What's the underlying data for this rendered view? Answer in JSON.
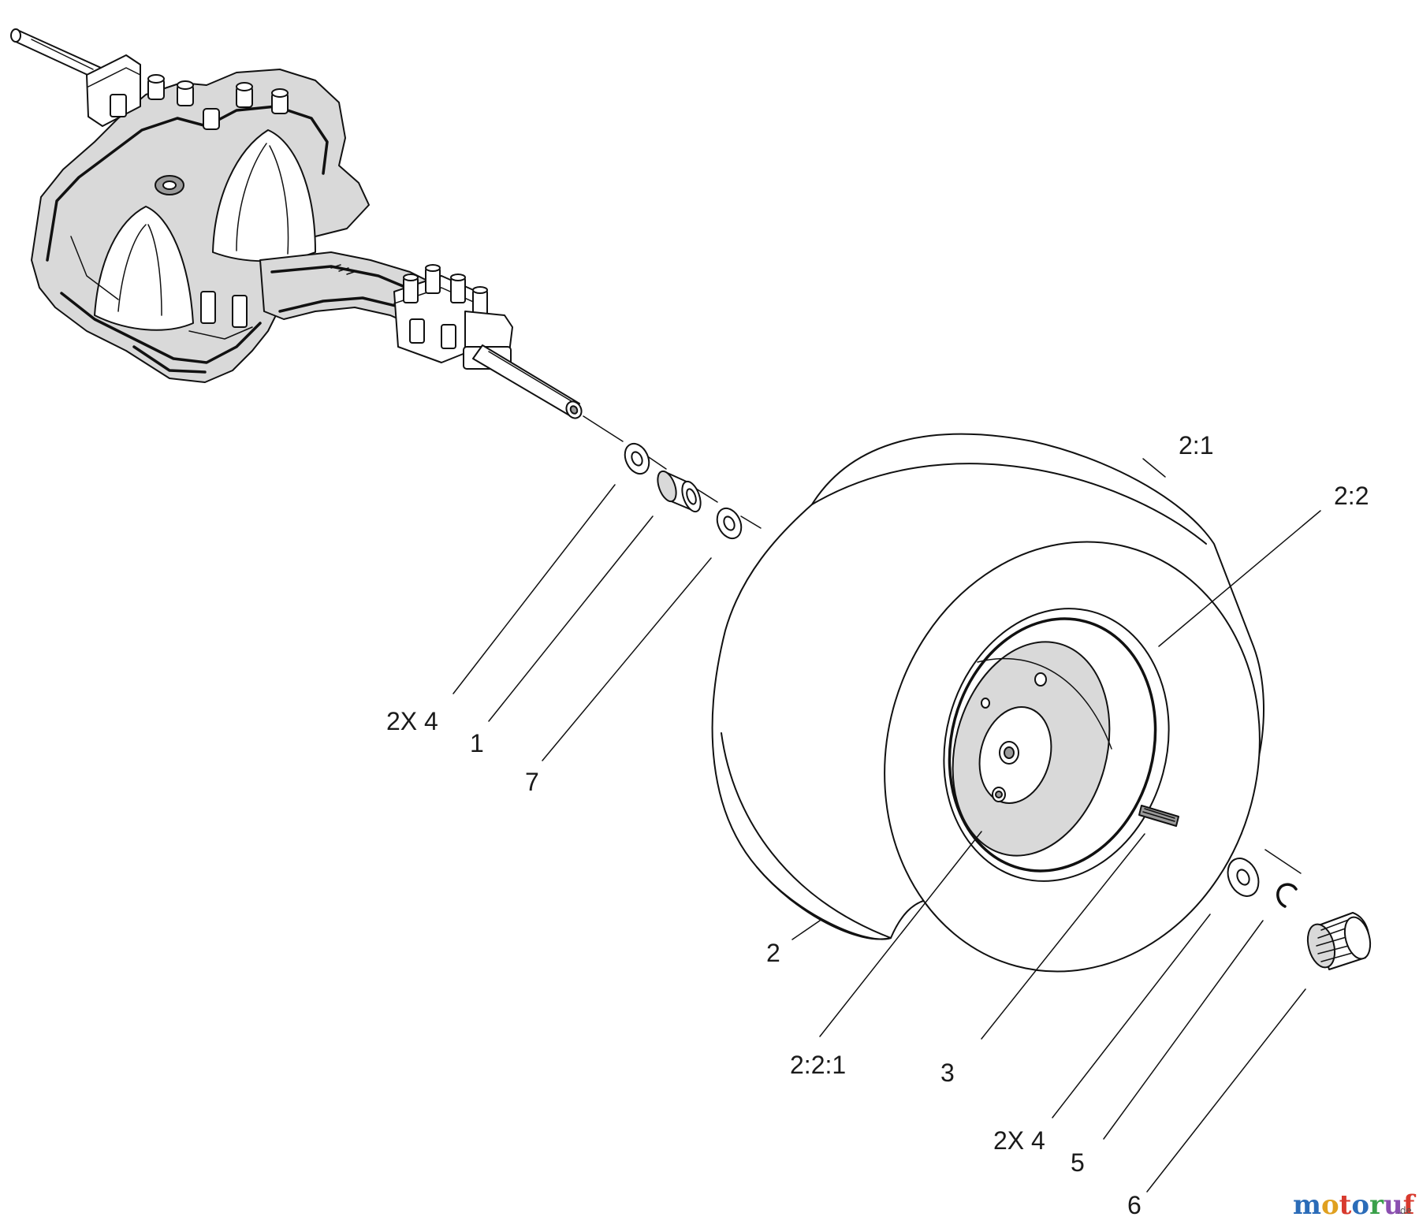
{
  "diagram": {
    "callouts": {
      "c_2x4_left": "2X 4",
      "c_1": "1",
      "c_7": "7",
      "c_2_1": "2:1",
      "c_2_2": "2:2",
      "c_2": "2",
      "c_2_2_1": "2:2:1",
      "c_3": "3",
      "c_2x4_right": "2X 4",
      "c_5": "5",
      "c_6": "6"
    }
  },
  "watermark": {
    "letters": [
      "m",
      "o",
      "t",
      "o",
      "r",
      "u",
      "f"
    ],
    "colors": [
      "#2b6cb8",
      "#e0a020",
      "#d83a2e",
      "#2b6cb8",
      "#3aa04a",
      "#8b4fb0",
      "#d83a2e"
    ],
    "suffix": ".de"
  }
}
